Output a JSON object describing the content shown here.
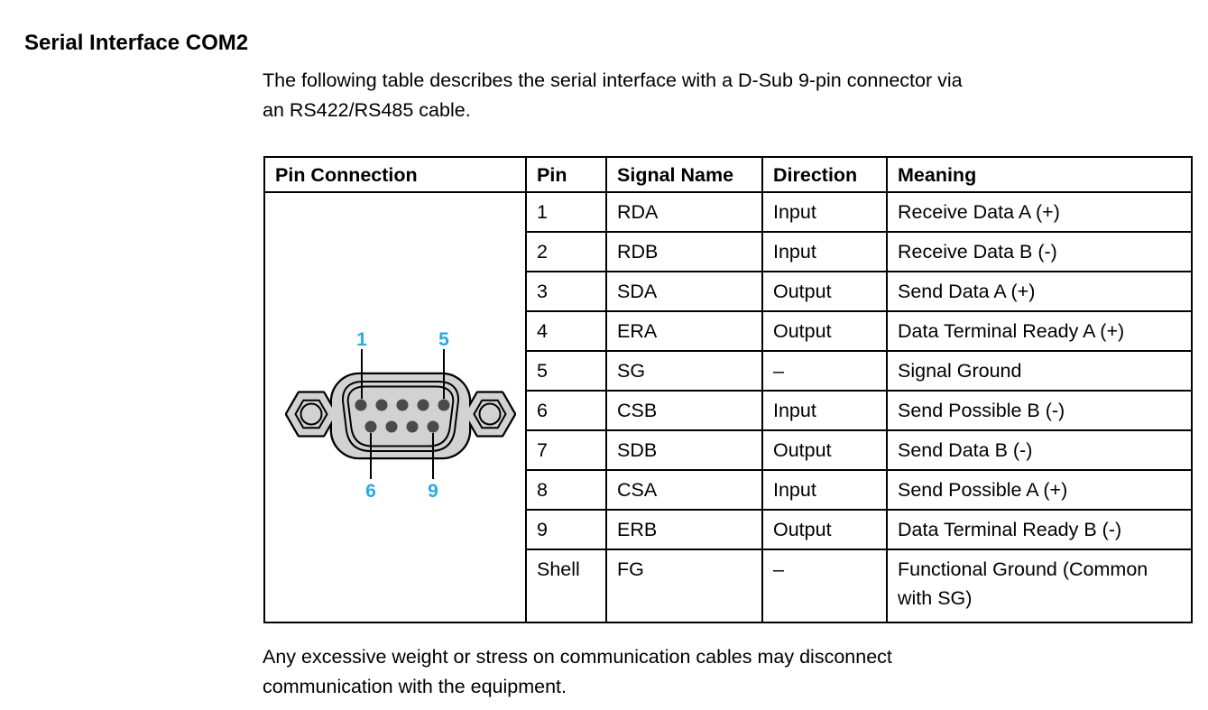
{
  "page": {
    "title": "Serial Interface COM2",
    "intro": {
      "lines": [
        "The following table describes the serial interface with a D-Sub 9-pin connector via",
        "an RS422/RS485 cable."
      ]
    },
    "footer": {
      "lines": [
        "Any excessive weight or stress on communication cables may disconnect",
        "communication with the equipment."
      ]
    }
  },
  "table": {
    "headers": [
      "Pin Connection",
      "Pin",
      "Signal Name",
      "Direction",
      "Meaning"
    ],
    "rows": [
      {
        "pin": "1",
        "signal": "RDA",
        "direction": "Input",
        "meaning": "Receive Data A (+)"
      },
      {
        "pin": "2",
        "signal": "RDB",
        "direction": "Input",
        "meaning": "Receive Data B (-)"
      },
      {
        "pin": "3",
        "signal": "SDA",
        "direction": "Output",
        "meaning": "Send Data A (+)"
      },
      {
        "pin": "4",
        "signal": "ERA",
        "direction": "Output",
        "meaning": "Data Terminal Ready A (+)"
      },
      {
        "pin": "5",
        "signal": "SG",
        "direction": "–",
        "meaning": "Signal Ground"
      },
      {
        "pin": "6",
        "signal": "CSB",
        "direction": "Input",
        "meaning": "Send Possible B (-)"
      },
      {
        "pin": "7",
        "signal": "SDB",
        "direction": "Output",
        "meaning": "Send Data B (-)"
      },
      {
        "pin": "8",
        "signal": "CSA",
        "direction": "Input",
        "meaning": "Send Possible A (+)"
      },
      {
        "pin": "9",
        "signal": "ERB",
        "direction": "Output",
        "meaning": "Data Terminal Ready B (-)"
      },
      {
        "pin": "Shell",
        "signal": "FG",
        "direction": "–",
        "meaning": "Functional Ground (Common with SG)"
      }
    ]
  },
  "connector": {
    "type": "D-Sub 9-pin",
    "label_top_left": "1",
    "label_top_right": "5",
    "label_bottom_left": "6",
    "label_bottom_right": "9",
    "colors": {
      "label": "#29ABE2",
      "body_fill": "#D2D2D2",
      "pin_fill": "#4A4A4A",
      "outline": "#000000"
    }
  }
}
